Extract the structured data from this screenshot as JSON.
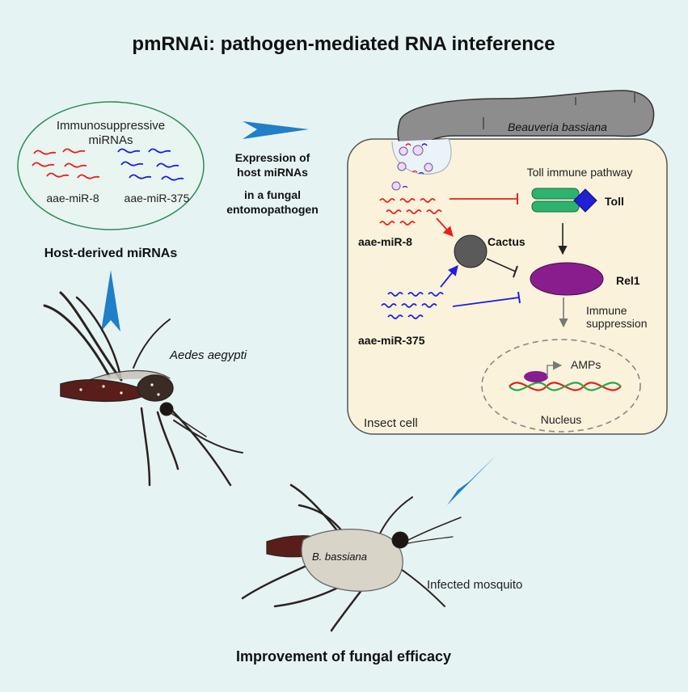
{
  "title": "pmRNAi: pathogen-mediated RNA inteference",
  "colors": {
    "background": "#e6f3f3",
    "mir8": "#e8201c",
    "mir375": "#1d1fe0",
    "arrow_blue": "#1f7fc8",
    "toll_green": "#2db36e",
    "rel1_purple": "#8a1d8e",
    "cactus_gray": "#5a5a5a",
    "cell_fill": "#fbf2dc"
  },
  "host_mirnas": {
    "ellipse_title_line1": "Immunosuppressive",
    "ellipse_title_line2": "miRNAs",
    "mir8_label": "aae-miR-8",
    "mir375_label": "aae-miR-375",
    "caption": "Host-derived miRNAs"
  },
  "expression": {
    "line1": "Expression of",
    "line2": "host miRNAs",
    "line3": "in a fungal",
    "line4": "entomopathogen"
  },
  "fungus_label": "Beauveria bassiana",
  "mosquito_label": "Aedes aegypti",
  "cell": {
    "label": "Insect cell",
    "toll_pathway_label": "Toll immune pathway",
    "toll_label": "Toll",
    "cactus_label": "Cactus",
    "rel1_label": "Rel1",
    "immune_line1": "Immune",
    "immune_line2": "suppression",
    "amps_label": "AMPs",
    "nucleus_label": "Nucleus",
    "mir8_label": "aae-miR-8",
    "mir375_label": "aae-miR-375"
  },
  "infected": {
    "fungus_label": "B. bassiana",
    "mosquito_label": "Infected mosquito"
  },
  "footer": "Improvement of fungal efficacy"
}
